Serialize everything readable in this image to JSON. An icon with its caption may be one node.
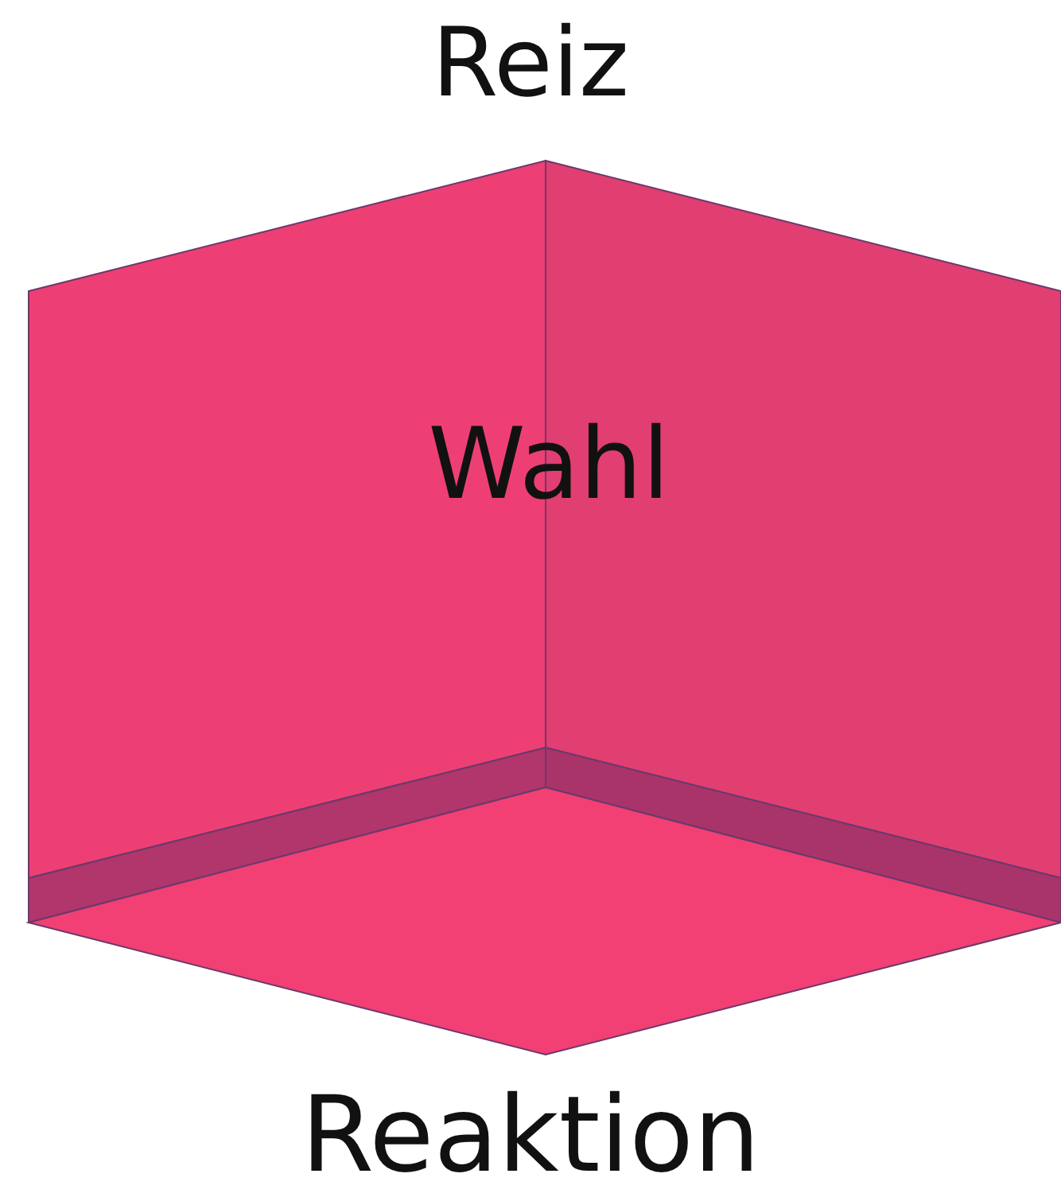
{
  "diagram": {
    "nodes": [
      {
        "text": [
          "Wahl"
        ]
      }
    ],
    "labels": [
      "Reiz",
      "Reaktion"
    ]
  }
}
